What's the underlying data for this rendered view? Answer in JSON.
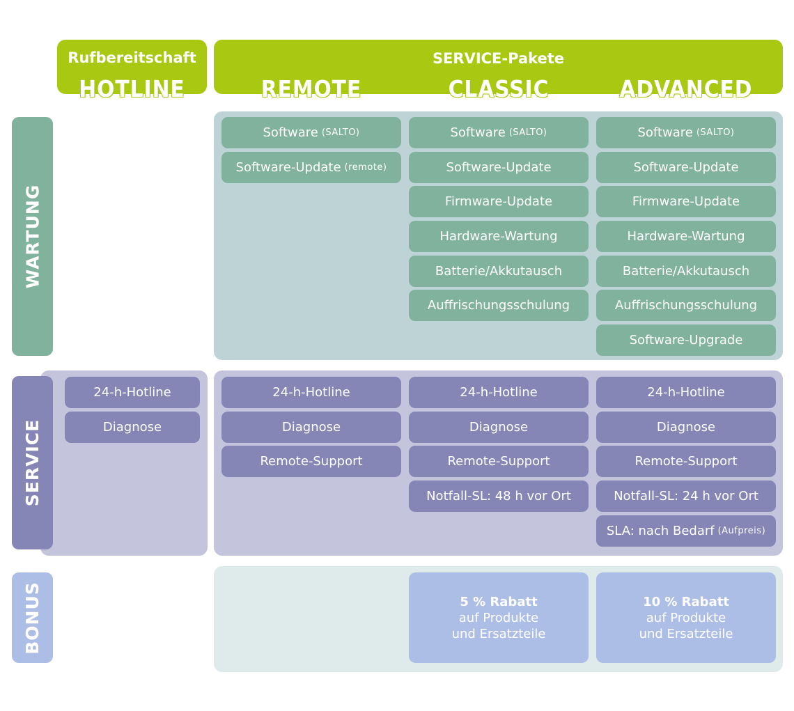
{
  "header": {
    "hotline": {
      "title": "Rufbereitschaft",
      "sub": "HOTLINE"
    },
    "service": {
      "title": "SERVICE-Pakete",
      "remote": "REMOTE",
      "classic": "CLASSIC",
      "advanced": "ADVANCED"
    }
  },
  "side": {
    "wartung": "WARTUNG",
    "service": "SERVICE",
    "bonus": "BONUS"
  },
  "wartung": {
    "remote": [
      {
        "label": "Software",
        "note": "(SALTO)"
      },
      {
        "label": "Software-Update",
        "note": "(remote)"
      }
    ],
    "classic": [
      {
        "label": "Software",
        "note": "(SALTO)"
      },
      {
        "label": "Software-Update",
        "note": ""
      },
      {
        "label": "Firmware-Update",
        "note": ""
      },
      {
        "label": "Hardware-Wartung",
        "note": ""
      },
      {
        "label": "Batterie/Akkutausch",
        "note": ""
      },
      {
        "label": "Auffrischungsschulung",
        "note": ""
      }
    ],
    "advanced": [
      {
        "label": "Software",
        "note": "(SALTO)"
      },
      {
        "label": "Software-Update",
        "note": ""
      },
      {
        "label": "Firmware-Update",
        "note": ""
      },
      {
        "label": "Hardware-Wartung",
        "note": ""
      },
      {
        "label": "Batterie/Akkutausch",
        "note": ""
      },
      {
        "label": "Auffrischungsschulung",
        "note": ""
      },
      {
        "label": "Software-Upgrade",
        "note": ""
      }
    ]
  },
  "service": {
    "hotline": [
      {
        "label": "24-h-Hotline",
        "note": ""
      },
      {
        "label": "Diagnose",
        "note": ""
      }
    ],
    "remote": [
      {
        "label": "24-h-Hotline",
        "note": ""
      },
      {
        "label": "Diagnose",
        "note": ""
      },
      {
        "label": "Remote-Support",
        "note": ""
      }
    ],
    "classic": [
      {
        "label": "24-h-Hotline",
        "note": ""
      },
      {
        "label": "Diagnose",
        "note": ""
      },
      {
        "label": "Remote-Support",
        "note": ""
      },
      {
        "label": "Notfall-SL: 48 h vor Ort",
        "note": ""
      }
    ],
    "advanced": [
      {
        "label": "24-h-Hotline",
        "note": ""
      },
      {
        "label": "Diagnose",
        "note": ""
      },
      {
        "label": "Remote-Support",
        "note": ""
      },
      {
        "label": "Notfall-SL: 24 h vor Ort",
        "note": ""
      },
      {
        "label": "SLA: nach Bedarf",
        "note": "(Aufpreis)"
      }
    ]
  },
  "bonus": {
    "classic": {
      "line1": "5 % Rabatt",
      "line2": "auf Produkte",
      "line3": "und Ersatzteile"
    },
    "advanced": {
      "line1": "10 % Rabatt",
      "line2": "auf Produkte",
      "line3": "und Ersatzteile"
    }
  },
  "colors": {
    "green_header": "#a8c812",
    "wartung_item": "#80b29d",
    "wartung_panel": "#bdd3d6",
    "service_item": "#8585b6",
    "service_panel": "#c4c4dd",
    "bonus_item": "#adbee6",
    "bonus_panel": "#dfeaea"
  }
}
